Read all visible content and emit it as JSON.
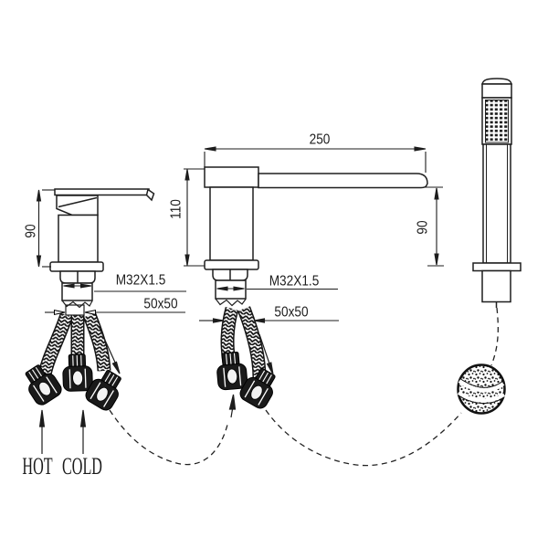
{
  "dimensions": {
    "spout_reach": "250",
    "spout_height": "110",
    "handle_height": "90",
    "outlet_height": "90"
  },
  "threads": {
    "mixer": "M32X1.5",
    "spout": "M32X1.5"
  },
  "cutouts": {
    "mixer": "50x50",
    "spout": "50x50"
  },
  "supply": {
    "hot": "HOT",
    "cold": "COLD"
  },
  "colors": {
    "line": "#1d1d1d",
    "background": "#ffffff"
  }
}
